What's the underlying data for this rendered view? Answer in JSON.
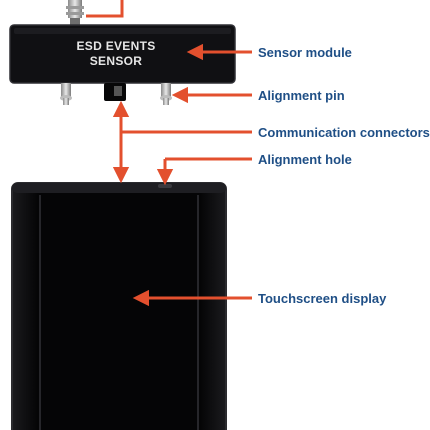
{
  "colors": {
    "accent": "#e3502e",
    "label": "#1f4f86",
    "device_body": "#0d0d0f",
    "device_edge": "#2a2a2e",
    "module_text": "#e6e6e6",
    "pin_metal": "#c8c8c8"
  },
  "module": {
    "line1": "ESD EVENTS",
    "line2": "SENSOR"
  },
  "callouts": {
    "sensor_module": "Sensor module",
    "alignment_pin": "Alignment pin",
    "communication_connectors": "Communication connectors",
    "alignment_hole": "Alignment hole",
    "touchscreen_display": "Touchscreen display"
  }
}
